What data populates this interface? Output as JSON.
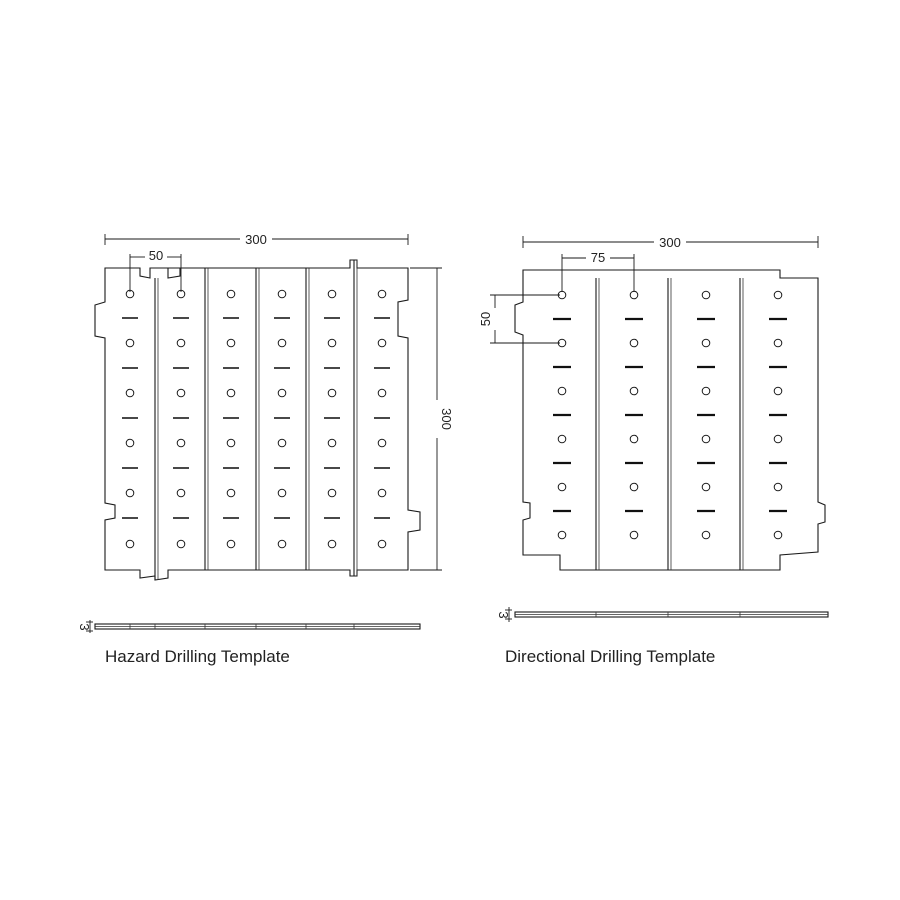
{
  "hazard": {
    "caption": "Hazard Drilling Template",
    "width_label": "300",
    "height_label": "300",
    "spacing_label": "50",
    "thickness_label": "3"
  },
  "directional": {
    "caption": "Directional  Drilling Template",
    "width_label": "300",
    "horizontal_spacing_label": "75",
    "vertical_spacing_label": "50",
    "thickness_label": "3"
  }
}
